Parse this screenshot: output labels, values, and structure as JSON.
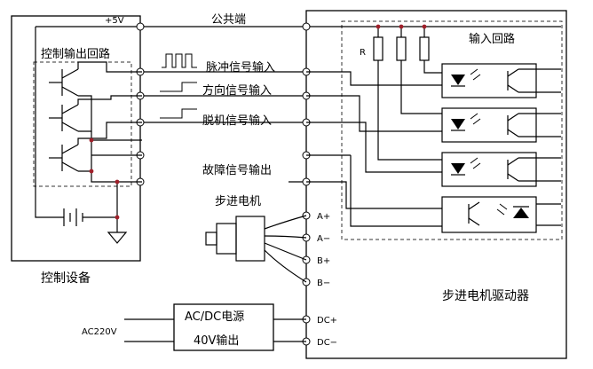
{
  "labels": {
    "plus5v": "+5V",
    "common": "公共端",
    "output_loop": "控制输出回路",
    "input_loop": "输入回路",
    "resistor": "R",
    "pulse_in": "脉冲信号输入",
    "dir_in": "方向信号输入",
    "offline_in": "脱机信号输入",
    "fault_out": "故障信号输出",
    "stepper_motor": "步进电机",
    "a_plus": "A+",
    "a_minus": "A−",
    "b_plus": "B+",
    "b_minus": "B−",
    "dc_plus": "DC+",
    "dc_minus": "DC−",
    "controller": "控制设备",
    "driver": "步进电机驱动器",
    "ac220": "AC220V",
    "psu_line1": "AC/DC电源",
    "psu_line2": "40V输出"
  },
  "colors": {
    "wire": "#000000",
    "junction": "#a0202a",
    "background": "#ffffff"
  },
  "icons": [
    "transistor-icon",
    "optocoupler-icon",
    "battery-icon",
    "ground-icon",
    "motor-icon",
    "pulse-waveform-icon",
    "step-waveform-icon",
    "resistor-icon"
  ]
}
